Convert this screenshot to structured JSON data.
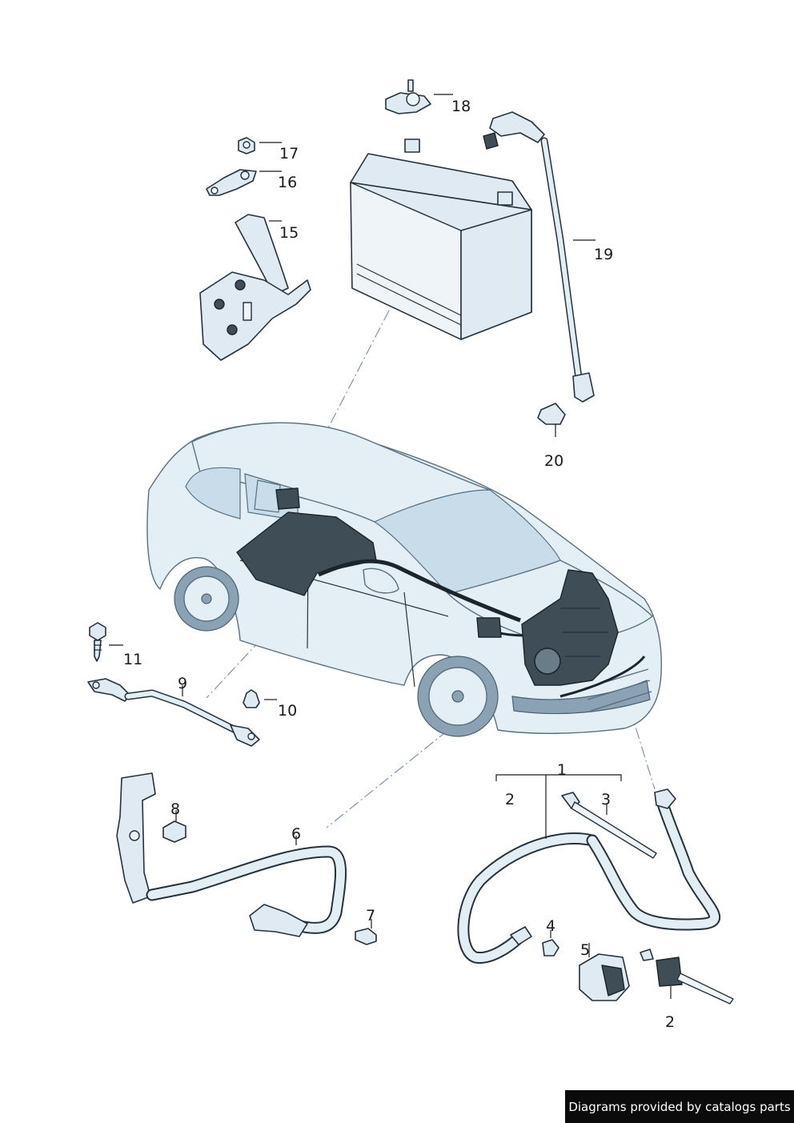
{
  "callouts": {
    "c1": "1",
    "c2a": "2",
    "c2b": "2",
    "c3": "3",
    "c4": "4",
    "c5": "5",
    "c6": "6",
    "c7": "7",
    "c8": "8",
    "c9": "9",
    "c10": "10",
    "c11": "11",
    "c15": "15",
    "c16": "16",
    "c17": "17",
    "c18": "18",
    "c19": "19",
    "c20": "20"
  },
  "credit": "Diagrams provided by catalogs parts"
}
